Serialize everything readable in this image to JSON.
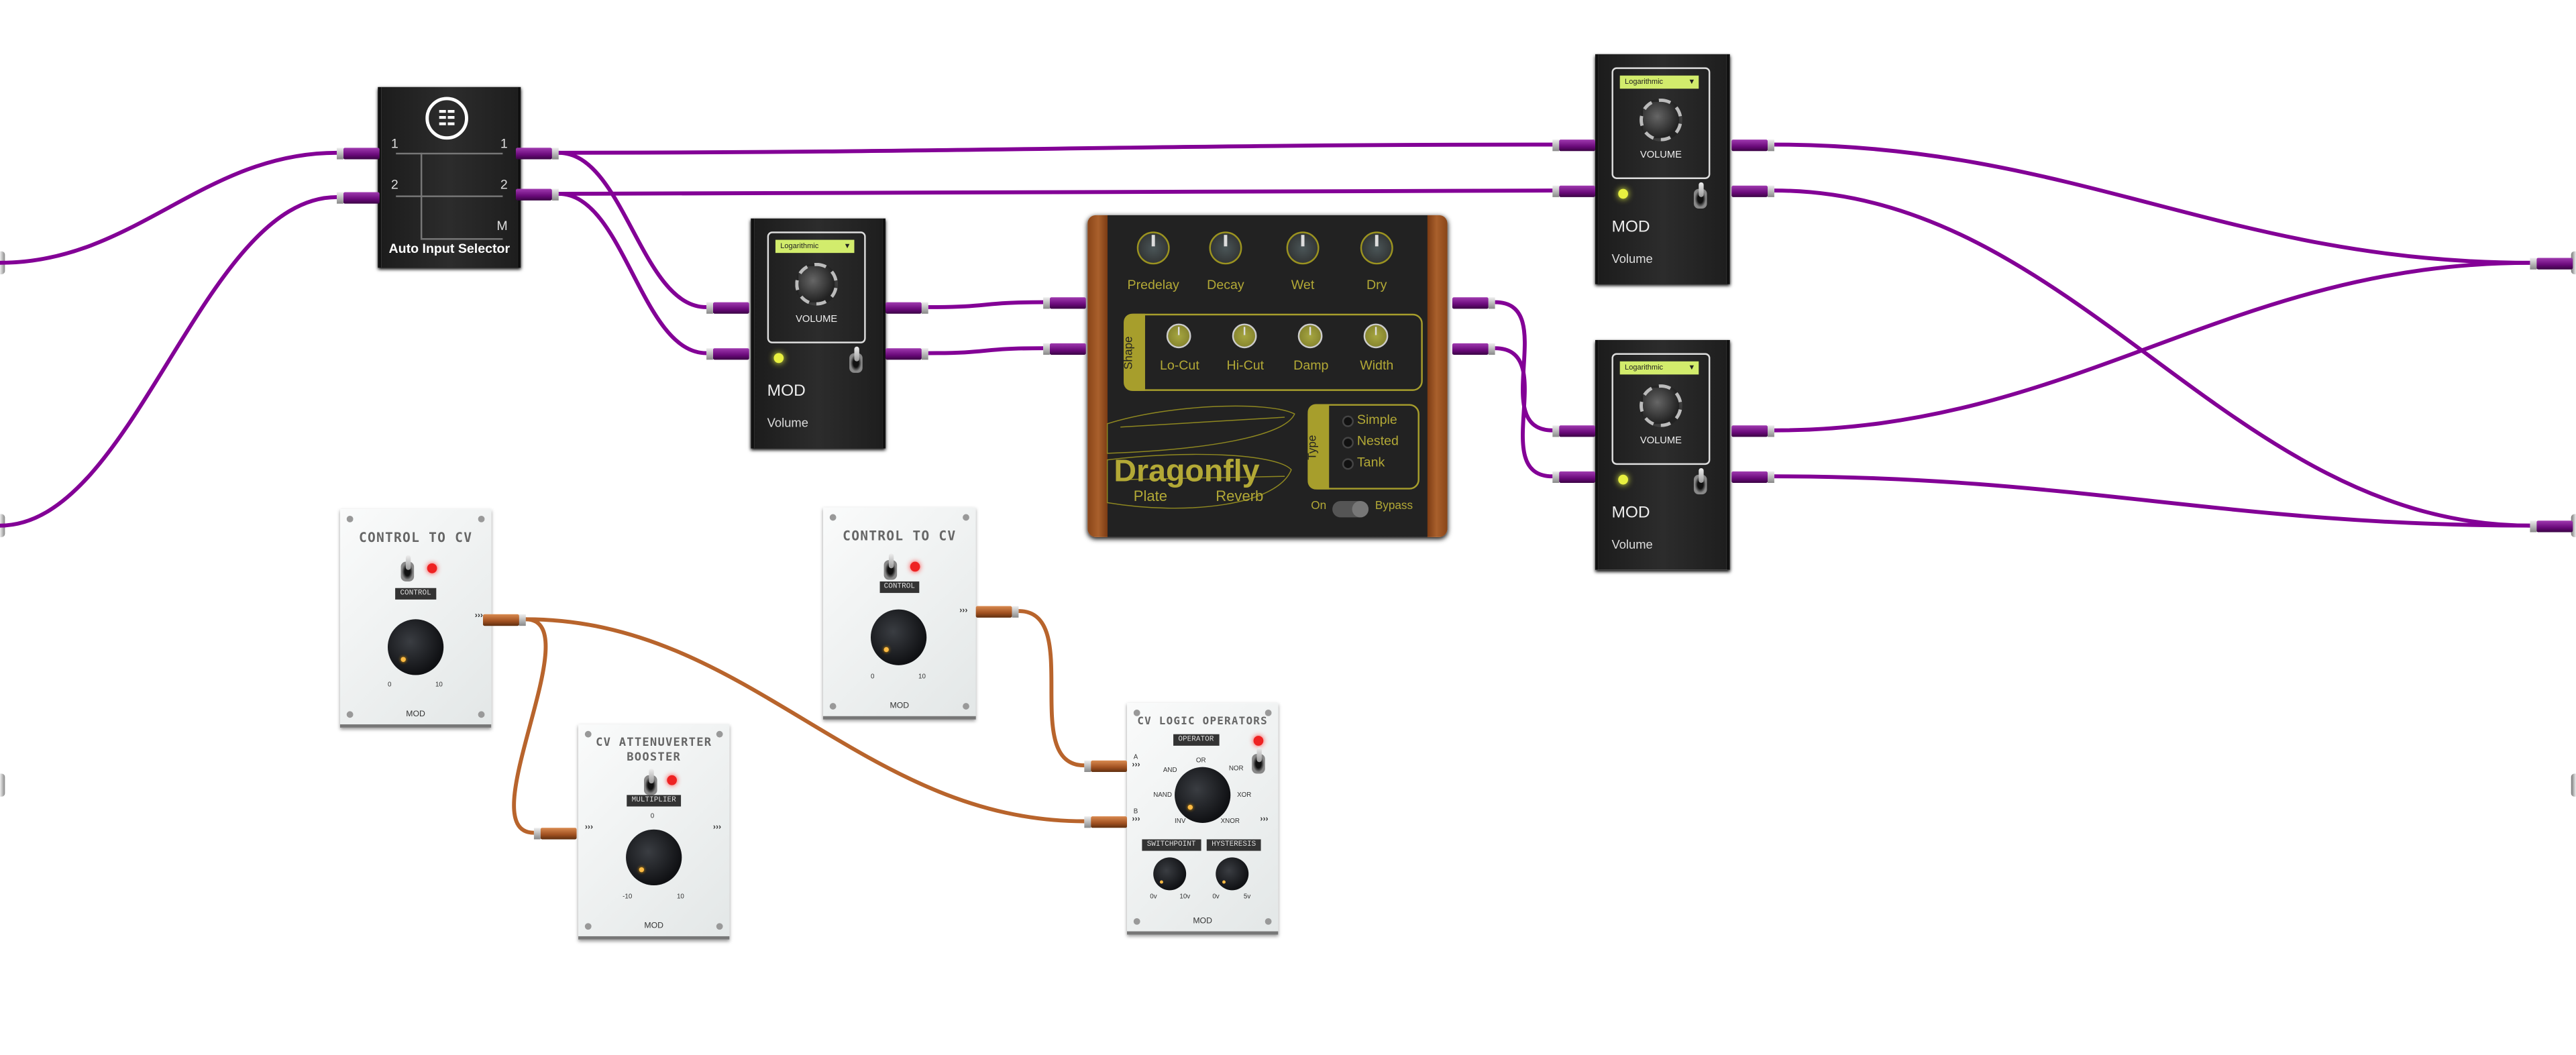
{
  "colors": {
    "cable_audio": "#830096",
    "cable_cv": "#b8642c",
    "reverb_accent": "#b3a936",
    "dropdown": "#d2ec6c"
  },
  "auto_input_selector": {
    "icon": "mod-logo-icon",
    "in_labels": [
      "1",
      "2"
    ],
    "out_labels": [
      "1",
      "2",
      "M"
    ],
    "title": "Auto Input Selector"
  },
  "volume_pedals": [
    {
      "mode": "Logarithmic",
      "knob_label": "VOLUME",
      "brand": "MOD",
      "name": "Volume"
    },
    {
      "mode": "Logarithmic",
      "knob_label": "VOLUME",
      "brand": "MOD",
      "name": "Volume"
    },
    {
      "mode": "Logarithmic",
      "knob_label": "VOLUME",
      "brand": "MOD",
      "name": "Volume"
    }
  ],
  "dragonfly": {
    "main_knobs": [
      "Predelay",
      "Decay",
      "Wet",
      "Dry"
    ],
    "shape_label": "Shape",
    "shape_knobs": [
      "Lo-Cut",
      "Hi-Cut",
      "Damp",
      "Width"
    ],
    "type_label": "Type",
    "types": [
      "Simple",
      "Nested",
      "Tank"
    ],
    "title": "Dragonfly",
    "subtitle_1": "Plate",
    "subtitle_2": "Reverb",
    "on_label": "On",
    "bypass_label": "Bypass"
  },
  "control_to_cv": [
    {
      "title": "CONTROL TO CV",
      "param": "CONTROL",
      "min": "0",
      "max": "10",
      "brand": "MOD"
    },
    {
      "title": "CONTROL TO CV",
      "param": "CONTROL",
      "min": "0",
      "max": "10",
      "brand": "MOD"
    }
  ],
  "attenuverter": {
    "title_1": "CV ATTENUVERTER",
    "title_2": "BOOSTER",
    "param": "MULTIPLIER",
    "mid": "0",
    "min": "-10",
    "max": "10",
    "brand": "MOD"
  },
  "cv_logic": {
    "title": "CV LOGIC OPERATORS",
    "param": "OPERATOR",
    "in_a": "A",
    "in_b": "B",
    "ops": [
      "OR",
      "NOR",
      "XOR",
      "XNOR",
      "INV",
      "NAND",
      "AND"
    ],
    "switchpoint": "SWITCHPOINT",
    "sp_min": "0v",
    "sp_max": "10v",
    "hysteresis": "HYSTERESIS",
    "hy_min": "0v",
    "hy_max": "5v",
    "brand": "MOD"
  },
  "port_arrow": "›››"
}
